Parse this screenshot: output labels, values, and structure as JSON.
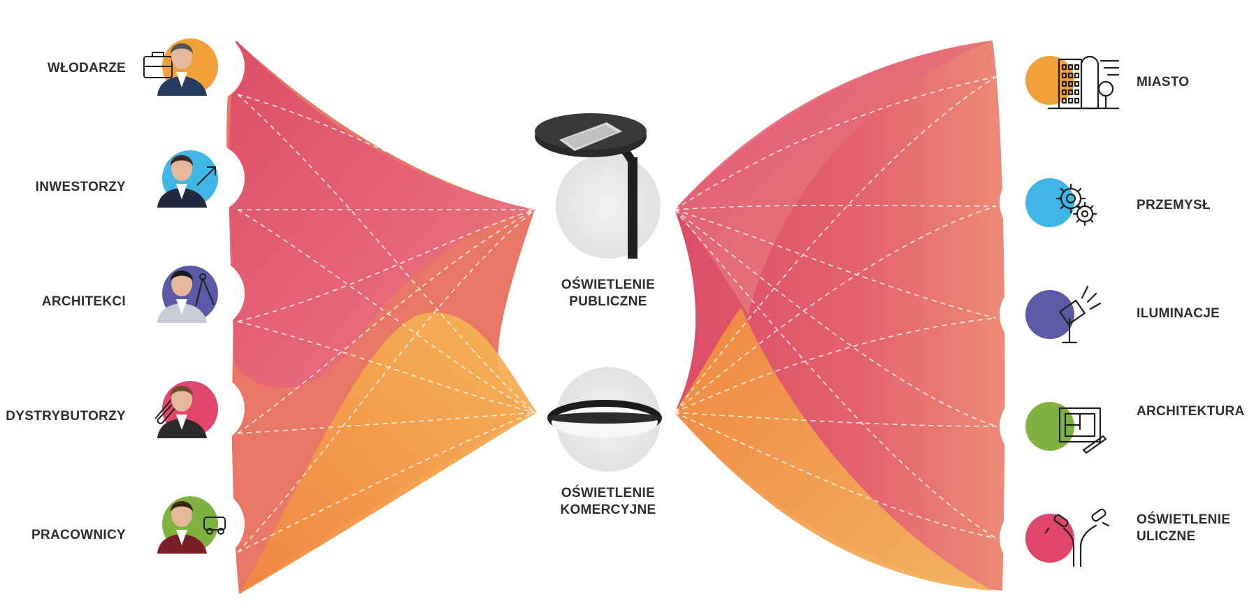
{
  "stakeholders": [
    {
      "label": "WŁODARZE",
      "icon": "briefcase-icon",
      "color": "#f2a13a"
    },
    {
      "label": "INWESTORZY",
      "icon": "growth-arrow-icon",
      "color": "#3fb6e6"
    },
    {
      "label": "ARCHITEKCI",
      "icon": "compass-icon",
      "color": "#5b5aa6"
    },
    {
      "label": "DYSTRYBUTORZY",
      "icon": "paperclip-icon",
      "color": "#e0456a"
    },
    {
      "label": "PRACOWNICY",
      "icon": "van-icon",
      "color": "#7fb241"
    }
  ],
  "products": [
    {
      "label_line1": "OŚWIETLENIE",
      "label_line2": "PUBLICZNE",
      "icon": "street-lamp-icon"
    },
    {
      "label_line1": "OŚWIETLENIE",
      "label_line2": "KOMERCYJNE",
      "icon": "ceiling-light-icon"
    }
  ],
  "sectors": [
    {
      "label_line1": "MIASTO",
      "label_line2": "",
      "icon": "city-icon",
      "color": "#f2a13a"
    },
    {
      "label_line1": "PRZEMYSŁ",
      "label_line2": "",
      "icon": "gears-icon",
      "color": "#3fb6e6"
    },
    {
      "label_line1": "ILUMINACJE",
      "label_line2": "",
      "icon": "floodlight-icon",
      "color": "#5b5aa6"
    },
    {
      "label_line1": "ARCHITEKTURA",
      "label_line2": "",
      "icon": "blueprint-icon",
      "color": "#7fb241"
    },
    {
      "label_line1": "OŚWIETLENIE",
      "label_line2": "ULICZNE",
      "icon": "street-light-icon",
      "color": "#e0456a"
    }
  ],
  "colors": {
    "red": "#e1566a",
    "orange": "#f08a5d",
    "yellow": "#f4b24a",
    "text": "#2e2e2e"
  }
}
